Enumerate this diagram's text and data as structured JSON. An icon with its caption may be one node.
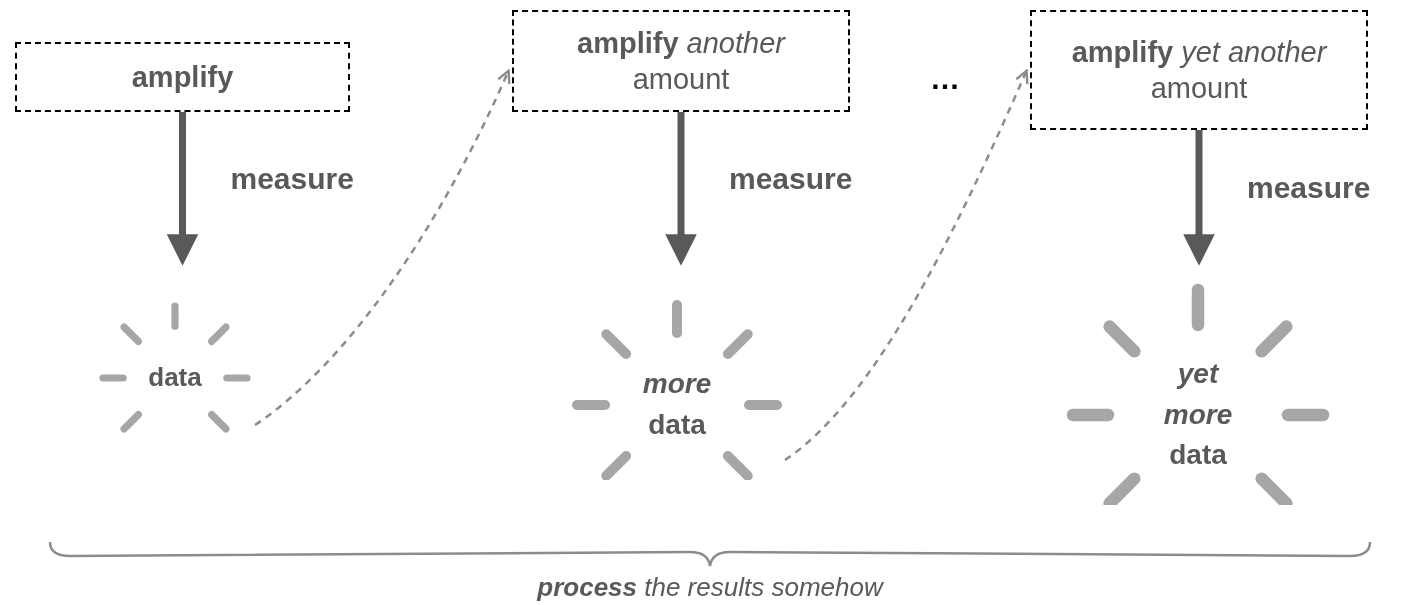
{
  "diagram": {
    "nodes": [
      {
        "text": [
          "amplify"
        ]
      },
      {
        "text": [
          "data"
        ]
      },
      {
        "text": [
          "**amplify** *another* amount"
        ]
      },
      {
        "text": [
          "*more* data"
        ]
      },
      {
        "text": [
          "**amplify** *yet another* amount"
        ]
      },
      {
        "text": [
          "*yet more* data"
        ]
      }
    ],
    "edges": [
      {
        "from": 0,
        "to": 1,
        "arrow": "to",
        "label": "measure"
      },
      {
        "from": 1,
        "to": 2,
        "arrow": "to",
        "style": "dashed",
        "color": "#8c8c8c"
      },
      {
        "from": 2,
        "to": 3,
        "arrow": "to",
        "label": "measure"
      },
      {
        "from": 3,
        "to": 4,
        "arrow": "to",
        "style": "dashed",
        "color": "#8c8c8c"
      },
      {
        "from": 4,
        "to": 5,
        "arrow": "to",
        "label": "measure"
      }
    ],
    "labels": [
      "…",
      "**process** the results somehow"
    ]
  }
}
